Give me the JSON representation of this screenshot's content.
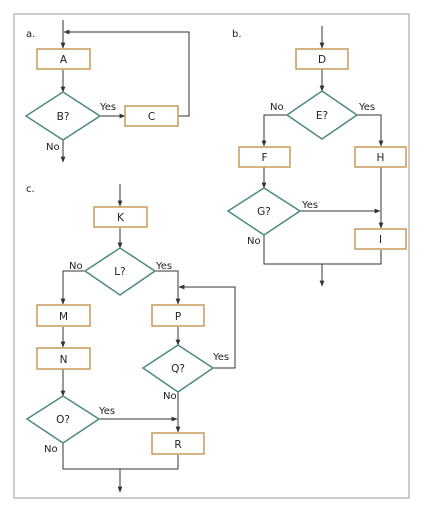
{
  "colors": {
    "process_stroke": "#c89a5a",
    "decision_stroke": "#4b8a7c",
    "line": "#333333",
    "frame": "#999999"
  },
  "panels": [
    {
      "label": "a.",
      "nodes": [
        {
          "id": "A",
          "shape": "process",
          "text": "A"
        },
        {
          "id": "B",
          "shape": "decision",
          "text": "B?"
        },
        {
          "id": "C",
          "shape": "process",
          "text": "C"
        }
      ],
      "edges": [
        {
          "from": "B",
          "to": "C",
          "label": "Yes"
        },
        {
          "from": "B",
          "to": "exit",
          "label": "No"
        }
      ]
    },
    {
      "label": "b.",
      "nodes": [
        {
          "id": "D",
          "shape": "process",
          "text": "D"
        },
        {
          "id": "E",
          "shape": "decision",
          "text": "E?"
        },
        {
          "id": "F",
          "shape": "process",
          "text": "F"
        },
        {
          "id": "H",
          "shape": "process",
          "text": "H"
        },
        {
          "id": "G",
          "shape": "decision",
          "text": "G?"
        },
        {
          "id": "I",
          "shape": "process",
          "text": "I"
        }
      ],
      "edges": [
        {
          "from": "E",
          "to": "F",
          "label": "No"
        },
        {
          "from": "E",
          "to": "H",
          "label": "Yes"
        },
        {
          "from": "G",
          "to": "I",
          "label": "Yes"
        },
        {
          "from": "G",
          "to": "merge",
          "label": "No"
        }
      ]
    },
    {
      "label": "c.",
      "nodes": [
        {
          "id": "K",
          "shape": "process",
          "text": "K"
        },
        {
          "id": "L",
          "shape": "decision",
          "text": "L?"
        },
        {
          "id": "M",
          "shape": "process",
          "text": "M"
        },
        {
          "id": "N",
          "shape": "process",
          "text": "N"
        },
        {
          "id": "O",
          "shape": "decision",
          "text": "O?"
        },
        {
          "id": "P",
          "shape": "process",
          "text": "P"
        },
        {
          "id": "Q",
          "shape": "decision",
          "text": "Q?"
        },
        {
          "id": "R",
          "shape": "process",
          "text": "R"
        }
      ],
      "edges": [
        {
          "from": "L",
          "to": "M",
          "label": "No"
        },
        {
          "from": "L",
          "to": "P",
          "label": "Yes"
        },
        {
          "from": "Q",
          "to": "P",
          "label": "Yes"
        },
        {
          "from": "Q",
          "to": "R",
          "label": "No"
        },
        {
          "from": "O",
          "to": "R",
          "label": "Yes"
        },
        {
          "from": "O",
          "to": "merge",
          "label": "No"
        }
      ]
    }
  ]
}
